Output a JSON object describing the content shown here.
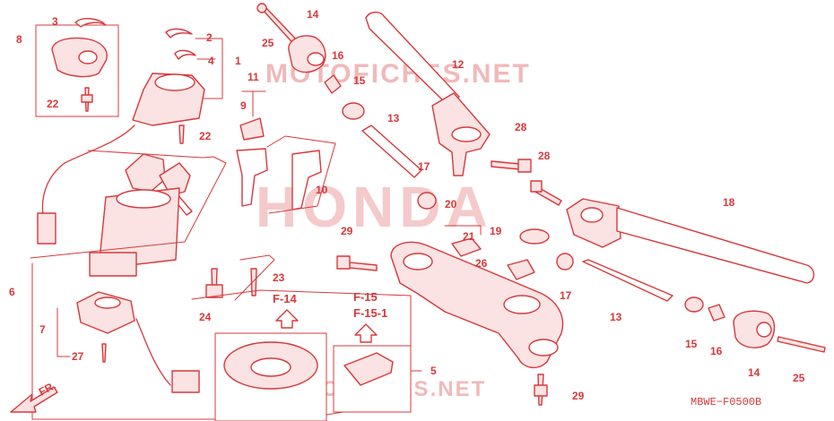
{
  "diagram": {
    "watermarks": {
      "top": "MOTOFICHES.NET",
      "center": "HONDA",
      "bottom": "MOTOFICHES.NET"
    },
    "figure_code": "MBWE−F0500B",
    "front_label": "FR.",
    "references": [
      "F-14",
      "F-15",
      "F-15-1"
    ],
    "callouts": {
      "c1": "1",
      "c2": "2",
      "c3": "3",
      "c4": "4",
      "c5": "5",
      "c6": "6",
      "c7": "7",
      "c8": "8",
      "c9": "9",
      "c10": "10",
      "c11": "11",
      "c12": "12",
      "c13a": "13",
      "c13b": "13",
      "c14a": "14",
      "c14b": "14",
      "c15a": "15",
      "c15b": "15",
      "c16a": "16",
      "c16b": "16",
      "c17a": "17",
      "c17b": "17",
      "c18": "18",
      "c19": "19",
      "c20": "20",
      "c21": "21",
      "c22a": "22",
      "c22b": "22",
      "c23": "23",
      "c24": "24",
      "c25a": "25",
      "c25b": "25",
      "c26": "26",
      "c27": "27",
      "c28a": "28",
      "c28b": "28",
      "c29a": "29",
      "c29b": "29"
    }
  }
}
